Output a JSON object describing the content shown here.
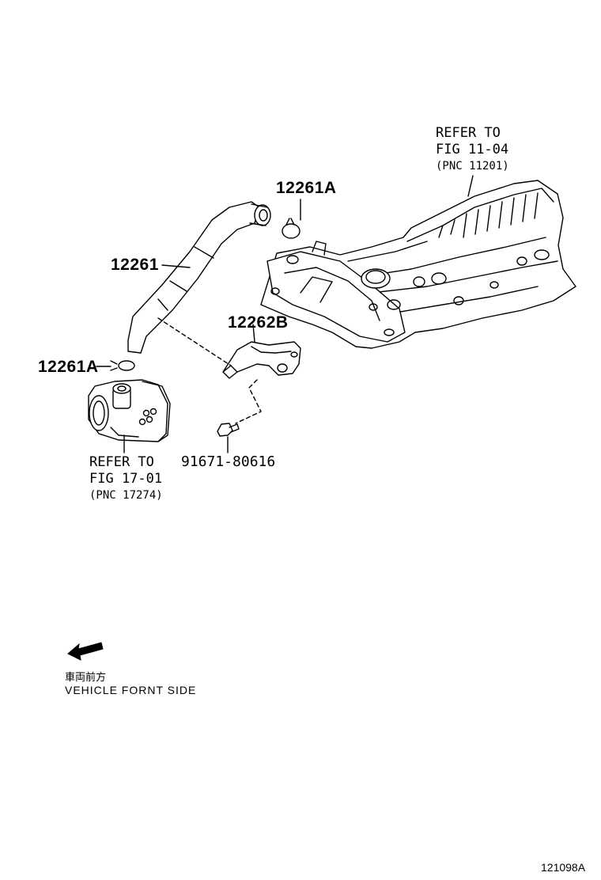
{
  "diagram": {
    "part_labels": {
      "hose": "12261",
      "clamp_upper": "12261A",
      "clamp_lower": "12261A",
      "bracket": "12262B",
      "bolt": "91671-80616"
    },
    "references": {
      "head_cover": {
        "line1": "REFER TO",
        "line2": "FIG 11-04",
        "pnc": "(PNC 11201)"
      },
      "throttle_body": {
        "line1": "REFER TO",
        "line2": "FIG 17-01",
        "pnc": "(PNC 17274)"
      }
    },
    "direction": {
      "label_jp": "車両前方",
      "label_en": "VEHICLE FORNT SIDE",
      "icon": "arrow-left-front-icon"
    },
    "figure_id": "121098A"
  }
}
